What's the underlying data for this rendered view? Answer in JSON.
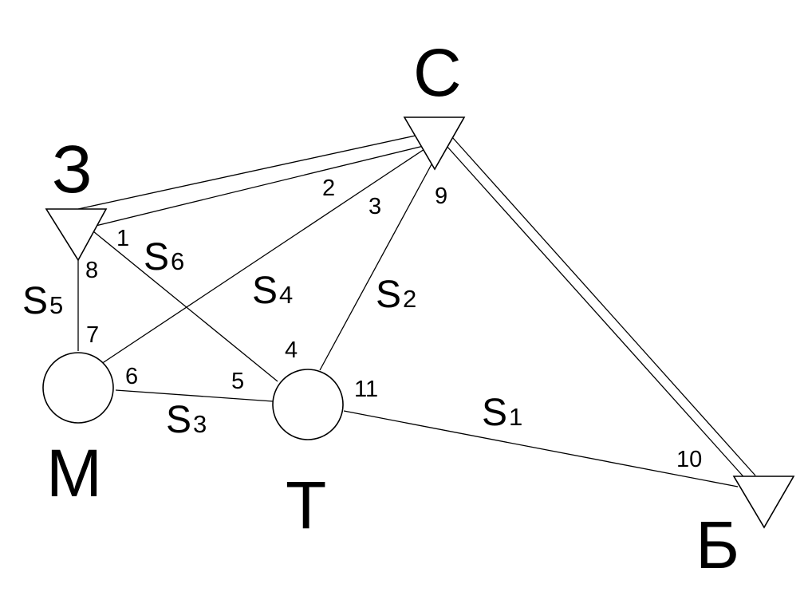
{
  "points": {
    "C": "С",
    "Z": "З",
    "M": "М",
    "T": "Т",
    "B": "Б"
  },
  "segments": {
    "s1": {
      "letter": "S",
      "index": "1"
    },
    "s2": {
      "letter": "S",
      "index": "2"
    },
    "s3": {
      "letter": "S",
      "index": "3"
    },
    "s4": {
      "letter": "S",
      "index": "4"
    },
    "s5": {
      "letter": "S",
      "index": "5"
    },
    "s6": {
      "letter": "S",
      "index": "6"
    }
  },
  "angles": [
    "1",
    "2",
    "3",
    "4",
    "5",
    "6",
    "7",
    "8",
    "9",
    "10",
    "11"
  ],
  "colors": {
    "line": "#000000",
    "background": "#ffffff"
  }
}
